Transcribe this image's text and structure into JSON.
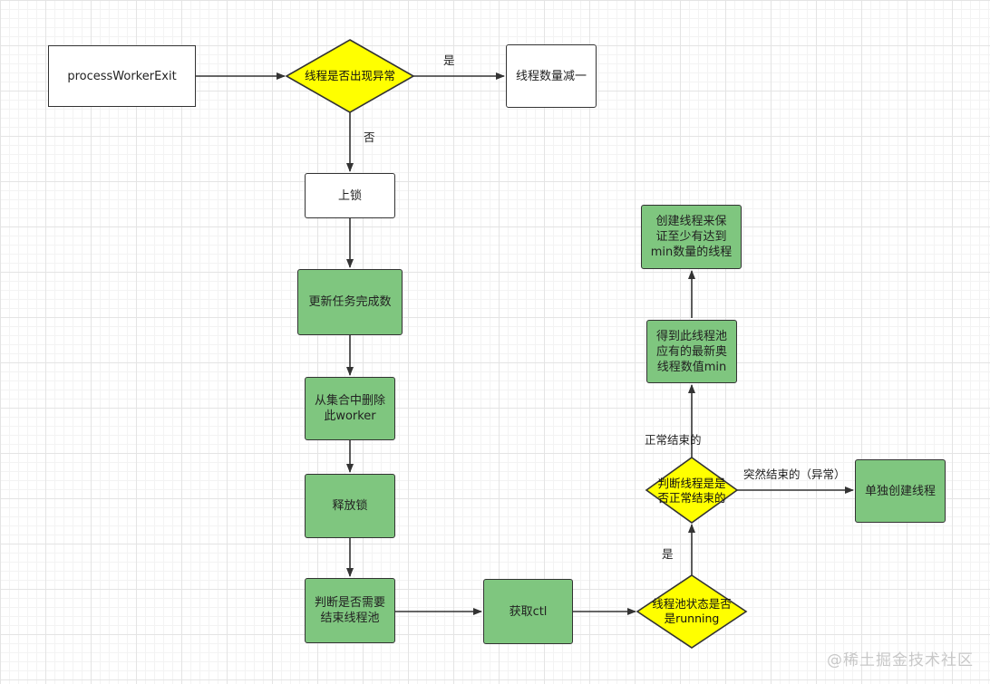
{
  "nodes": {
    "process_worker_exit": "processWorkerExit",
    "is_exception": "线程是否出现异常",
    "decrement_count": "线程数量减一",
    "lock": "上锁",
    "update_completed": "更新任务完成数",
    "remove_worker": [
      "从集合中删除",
      "此worker"
    ],
    "release_lock": "释放锁",
    "need_end_pool": [
      "判断是否需要",
      "结束线程池"
    ],
    "get_ctl": "获取ctl",
    "is_running": [
      "线程池状态是否",
      "是running"
    ],
    "is_normal_end": [
      "判断线程是是",
      "否正常结束的"
    ],
    "create_alone": "单独创建线程",
    "get_min": [
      "得到此线程池",
      "应有的最新奥",
      "线程数值min"
    ],
    "create_min": [
      "创建线程来保",
      "证至少有达到",
      "min数量的线程"
    ]
  },
  "edge_labels": {
    "yes_top": "是",
    "no_top": "否",
    "yes_running": "是",
    "normal_end": "正常结束的",
    "sudden_end": "突然结束的（异常）"
  },
  "watermark": "@稀土掘金技术社区",
  "colors": {
    "green_fill": "#7fc67f",
    "yellow_fill": "#ffff00",
    "stroke": "#333333"
  }
}
